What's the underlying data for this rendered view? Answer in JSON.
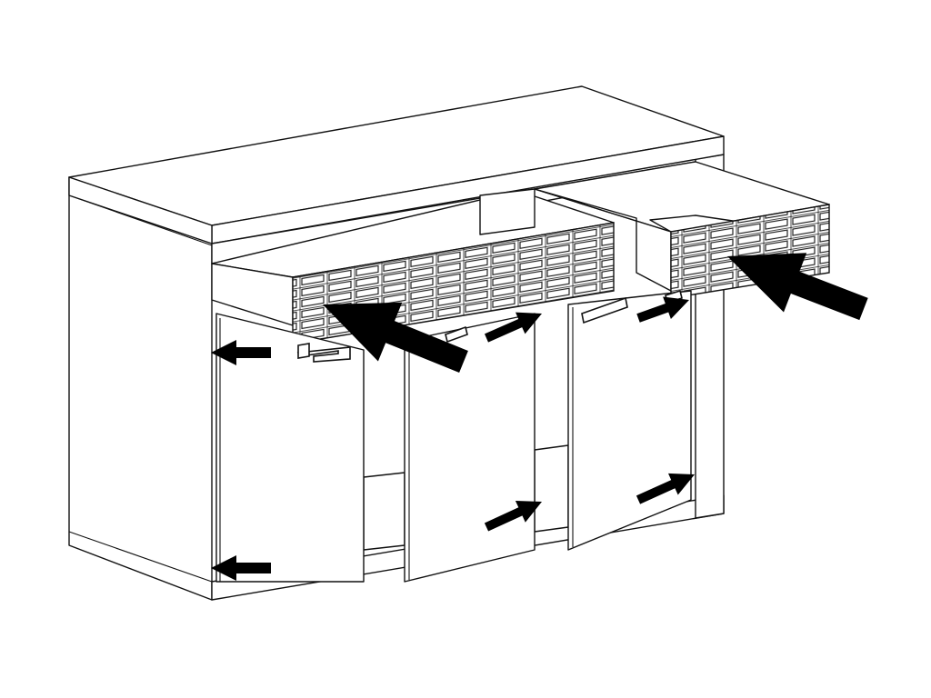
{
  "diagram": {
    "kind": "assembly-instruction-illustration",
    "subject": "sideboard",
    "parts": [
      {
        "name": "carcass",
        "count": 1
      },
      {
        "name": "top-panel",
        "count": 1
      },
      {
        "name": "drawer",
        "count": 2
      },
      {
        "name": "door",
        "count": 3
      },
      {
        "name": "handle",
        "count": 5
      }
    ],
    "arrow_count": 10,
    "colors": {
      "background": "#ffffff",
      "line": "#111111",
      "arrow": "#000000",
      "drawer-pattern": "#222222"
    }
  }
}
